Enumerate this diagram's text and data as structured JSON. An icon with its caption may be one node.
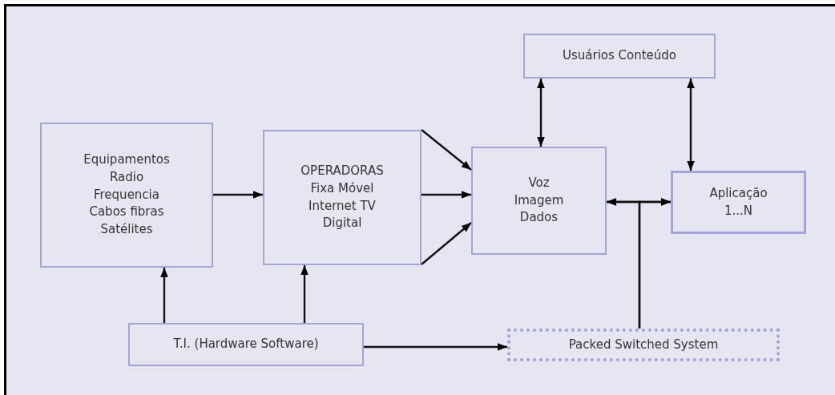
{
  "diagram": {
    "nodes": [
      {
        "text": [
          "Equipamentos Radio Frequencia Cabos fibras Satélites"
        ]
      },
      {
        "text": [
          "OPERADORAS Fixa Móvel Internet TV Digital"
        ]
      },
      {
        "text": [
          "Voz Imagem Dados"
        ]
      },
      {
        "text": [
          "Usuários Conteúdo"
        ]
      },
      {
        "text": [
          "Aplicação 1...N"
        ]
      },
      {
        "text": [
          "T.I. (Hardware Software)"
        ]
      },
      {
        "text": [
          "Packed Switched System"
        ]
      }
    ],
    "edges": [
      {
        "from": 0,
        "to": 1,
        "arrow": "to"
      },
      {
        "from": 1,
        "to": 2,
        "arrow": "to"
      },
      {
        "from": 1,
        "to": 2,
        "arrow": "to"
      },
      {
        "from": 1,
        "to": 2,
        "arrow": "to"
      },
      {
        "from": 3,
        "to": 2,
        "arrow": "both"
      },
      {
        "from": 3,
        "to": 4,
        "arrow": "both"
      },
      {
        "from": 2,
        "to": 4,
        "arrow": "both"
      },
      {
        "from": 6,
        "to": 2,
        "arrow": "to"
      },
      {
        "from": 6,
        "to": 4,
        "arrow": "to"
      },
      {
        "from": 5,
        "to": 0,
        "arrow": "to"
      },
      {
        "from": 5,
        "to": 1,
        "arrow": "to"
      },
      {
        "from": 5,
        "to": 6,
        "arrow": "to"
      }
    ]
  }
}
